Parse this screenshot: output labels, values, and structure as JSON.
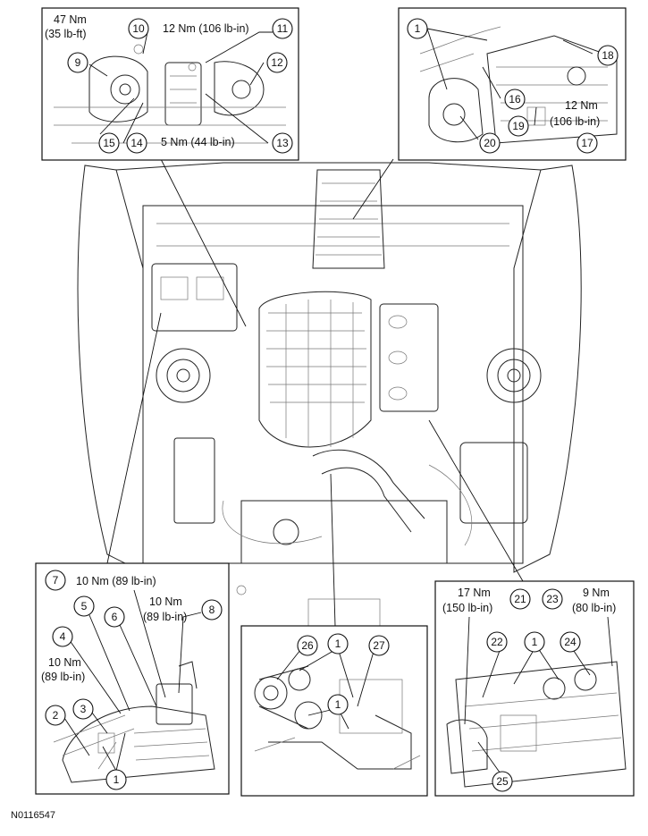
{
  "figure_id": "N0116547",
  "insets": {
    "top_left": {
      "callouts": [
        "9",
        "10",
        "11",
        "12",
        "13",
        "14",
        "15"
      ],
      "torques": [
        {
          "line1": "47 Nm",
          "line2": "(35 lb-ft)"
        },
        {
          "line1": "12 Nm (106 lb-in)",
          "line2": ""
        },
        {
          "line1": "5 Nm (44 lb-in)",
          "line2": ""
        }
      ]
    },
    "top_right": {
      "callouts": [
        "1",
        "16",
        "17",
        "18",
        "19",
        "20"
      ],
      "torques": [
        {
          "line1": "12 Nm",
          "line2": "(106 lb-in)"
        }
      ]
    },
    "bottom_left": {
      "callouts": [
        "1",
        "2",
        "3",
        "4",
        "5",
        "6",
        "7",
        "8"
      ],
      "torques": [
        {
          "line1": "10 Nm (89 lb-in)",
          "line2": ""
        },
        {
          "line1": "10 Nm",
          "line2": "(89 lb-in)"
        },
        {
          "line1": "10 Nm",
          "line2": "(89 lb-in)"
        }
      ]
    },
    "bottom_middle": {
      "callouts": [
        "1",
        "1",
        "26",
        "27"
      ]
    },
    "bottom_right": {
      "callouts": [
        "1",
        "21",
        "22",
        "23",
        "24",
        "25"
      ],
      "torques": [
        {
          "line1": "17 Nm",
          "line2": "(150 lb-in)"
        },
        {
          "line1": "9 Nm",
          "line2": "(80 lb-in)"
        }
      ]
    }
  }
}
